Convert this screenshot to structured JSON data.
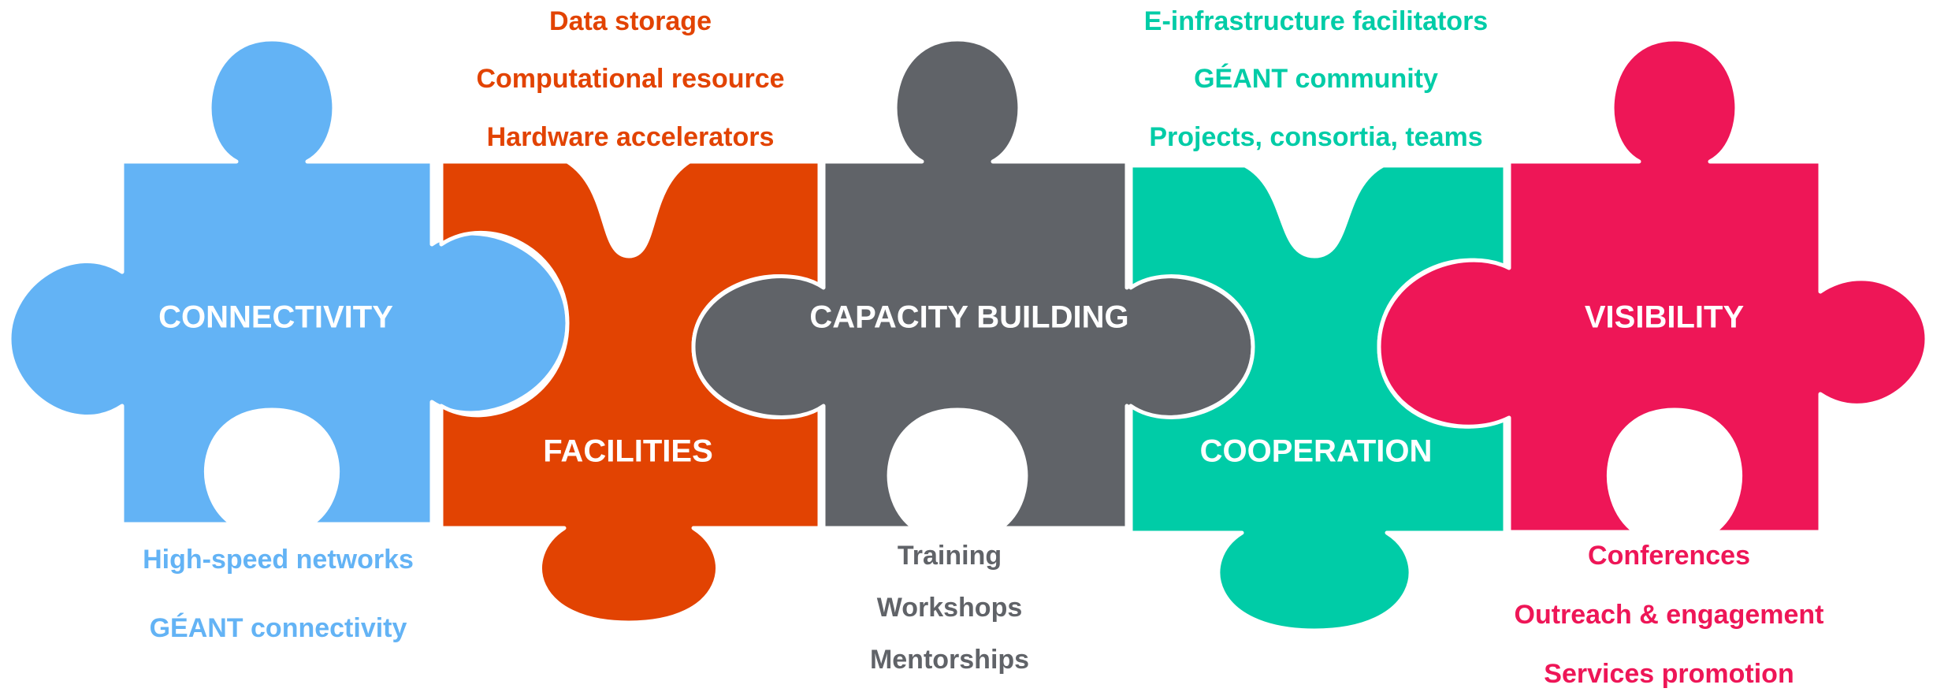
{
  "pieces": [
    {
      "title": "CONNECTIVITY",
      "color": "#63b3f5",
      "items": [
        "High-speed networks",
        "GÉANT connectivity"
      ]
    },
    {
      "title": "FACILITIES",
      "color": "#e24302",
      "items": [
        "Data storage",
        "Computational resource",
        "Hardware accelerators"
      ]
    },
    {
      "title": "CAPACITY BUILDING",
      "color": "#606368",
      "items": [
        "Training",
        "Workshops",
        "Mentorships"
      ]
    },
    {
      "title": "COOPERATION",
      "color": "#00cca7",
      "items": [
        "E-infrastructure facilitators",
        "GÉANT community",
        "Projects, consortia, teams"
      ]
    },
    {
      "title": "VISIBILITY",
      "color": "#ee1657",
      "items": [
        "Conferences",
        "Outreach & engagement",
        "Services promotion"
      ]
    }
  ]
}
